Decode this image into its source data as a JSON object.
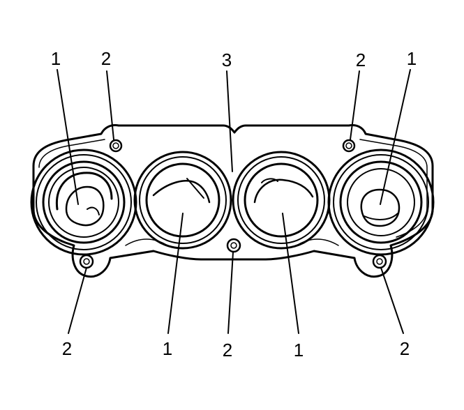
{
  "diagram": {
    "callouts": [
      {
        "id": "c-top-1-left",
        "text": "1"
      },
      {
        "id": "c-top-2-left",
        "text": "2"
      },
      {
        "id": "c-top-3",
        "text": "3"
      },
      {
        "id": "c-top-2-right",
        "text": "2"
      },
      {
        "id": "c-top-1-right",
        "text": "1"
      },
      {
        "id": "c-bot-2-left",
        "text": "2"
      },
      {
        "id": "c-bot-1-left",
        "text": "1"
      },
      {
        "id": "c-bot-2-mid",
        "text": "2"
      },
      {
        "id": "c-bot-1-right",
        "text": "1"
      },
      {
        "id": "c-bot-2-right",
        "text": "2"
      }
    ]
  }
}
